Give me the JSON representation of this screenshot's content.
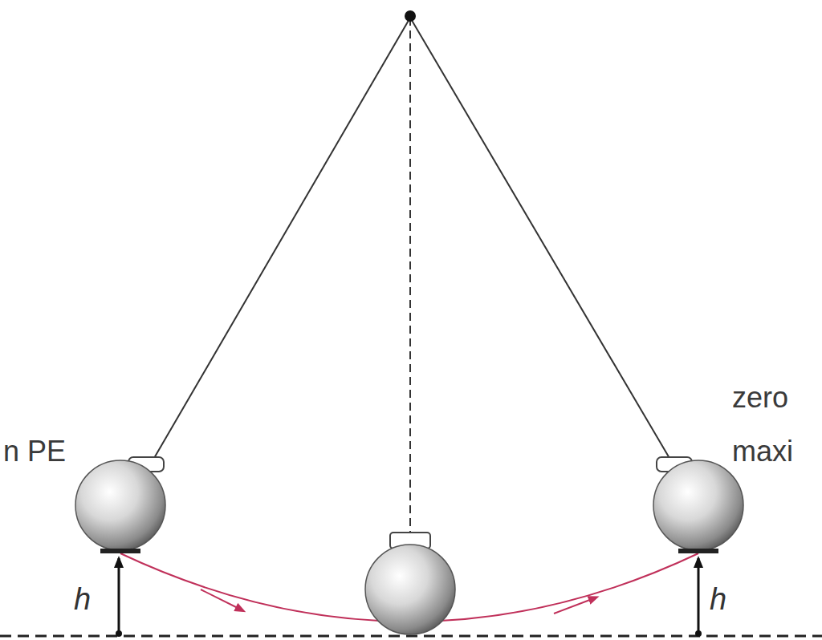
{
  "diagram": {
    "labels": [
      "n PE",
      "zero",
      "maxi",
      "h",
      "h"
    ]
  }
}
